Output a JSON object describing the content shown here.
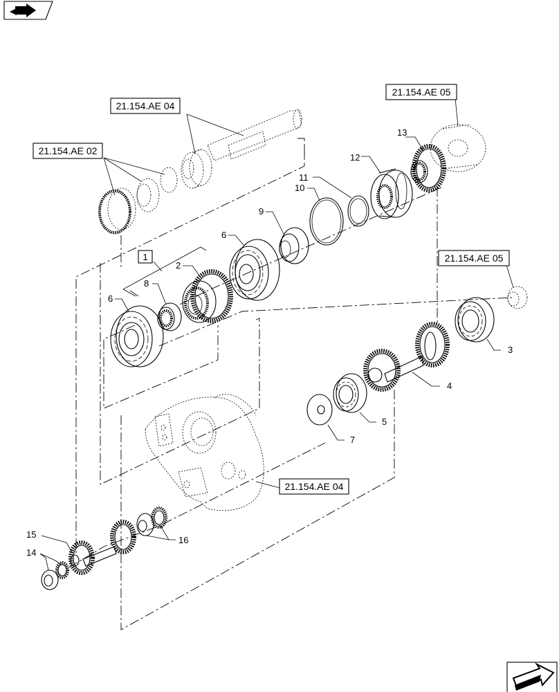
{
  "references": {
    "ref_top_shaft": "21.154.AE 04",
    "ref_left_gear": "21.154.AE 02",
    "ref_top_right": "21.154.AE 05",
    "ref_right_bearing": "21.154.AE 05",
    "ref_housing": "21.154.AE 04"
  },
  "group_label": "1",
  "callouts": {
    "c1": "1",
    "c2": "2",
    "c3": "3",
    "c4": "4",
    "c5": "5",
    "c6a": "6",
    "c6b": "6",
    "c7": "7",
    "c8": "8",
    "c9": "9",
    "c10": "10",
    "c11": "11",
    "c12": "12",
    "c13": "13",
    "c14": "14",
    "c15": "15",
    "c16": "16"
  },
  "icons": {
    "top_left": "book-arrow-icon",
    "bottom_right": "next-page-arrow-icon"
  }
}
